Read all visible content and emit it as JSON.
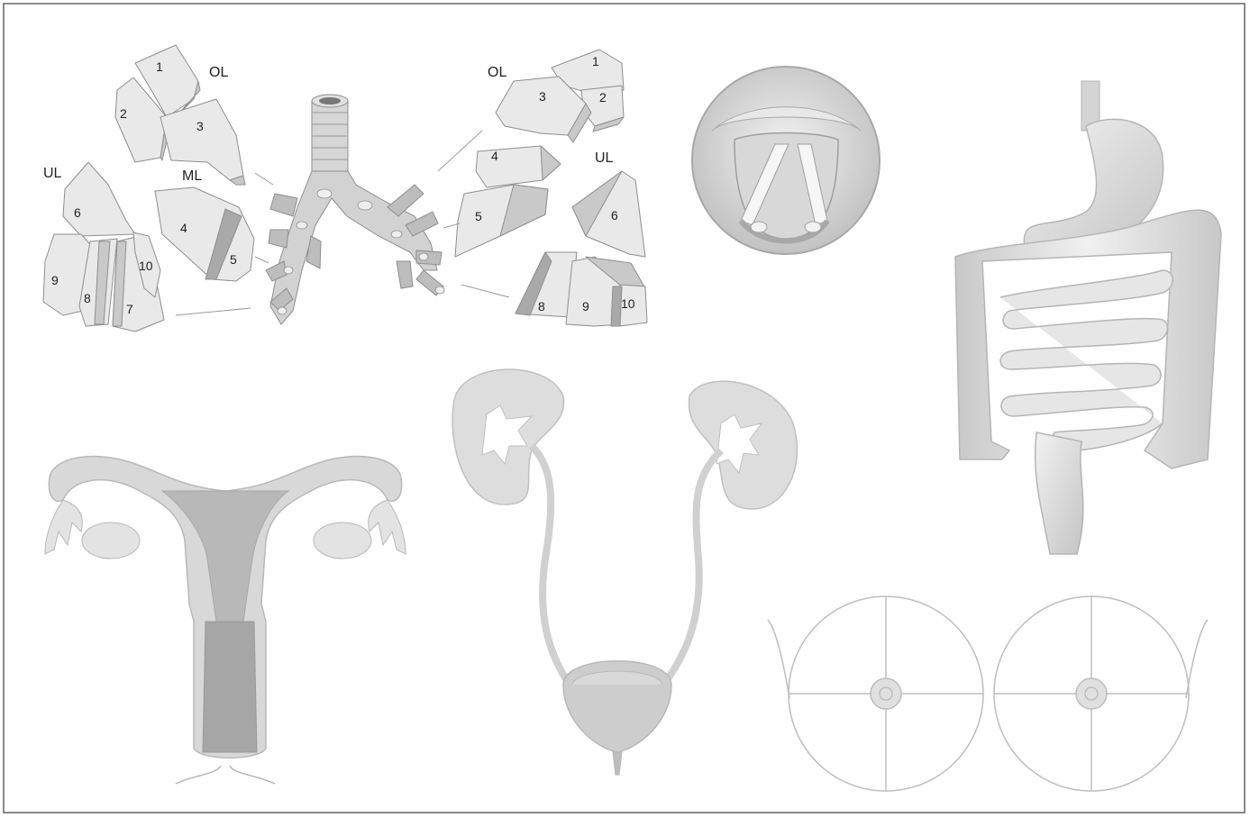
{
  "diagram": {
    "lung_segments_left": {
      "lobe_labels": {
        "upper": "OL",
        "middle": "ML",
        "lower": "UL"
      },
      "segments": [
        "1",
        "2",
        "3",
        "4",
        "5",
        "6",
        "7",
        "8",
        "9",
        "10"
      ]
    },
    "lung_segments_right": {
      "lobe_labels": {
        "upper": "OL",
        "lower": "UL"
      },
      "segments": [
        "1",
        "2",
        "3",
        "4",
        "5",
        "6",
        "8",
        "9",
        "10"
      ]
    },
    "figures": [
      "bronchial-tree",
      "larynx",
      "gastrointestinal-tract",
      "uterus",
      "urinary-tract",
      "breasts"
    ],
    "colors": {
      "frame": "#8a8a8a",
      "light": "#e9e9e9",
      "mid": "#c9c9c9",
      "dark": "#a9a9a9",
      "outline": "#b5b5b5"
    }
  }
}
